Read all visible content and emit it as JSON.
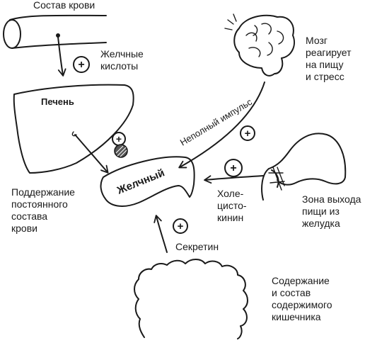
{
  "labels": {
    "blood_composition": "Состав крови",
    "bile_acids": "Желчные\nкислоты",
    "liver": "Печень",
    "gallbladder": "Желчный",
    "brain_reacts": "Мозг\nреагирует\nна пищу\nи стресс",
    "nerve_impulse": "Неполный импульс",
    "stomach_exit": "Зона выхода\nпищи из\nжелудка",
    "cholecystokinin": "Холе-\nцисто-\nкинин",
    "maintain_blood": "Поддержание\nпостоянного\nсостава\nкрови",
    "secretin": "Секретин",
    "intestine_content": "Содержание\nи состав\nсодержимого\nкишечника"
  },
  "signs": {
    "plus": "+"
  }
}
